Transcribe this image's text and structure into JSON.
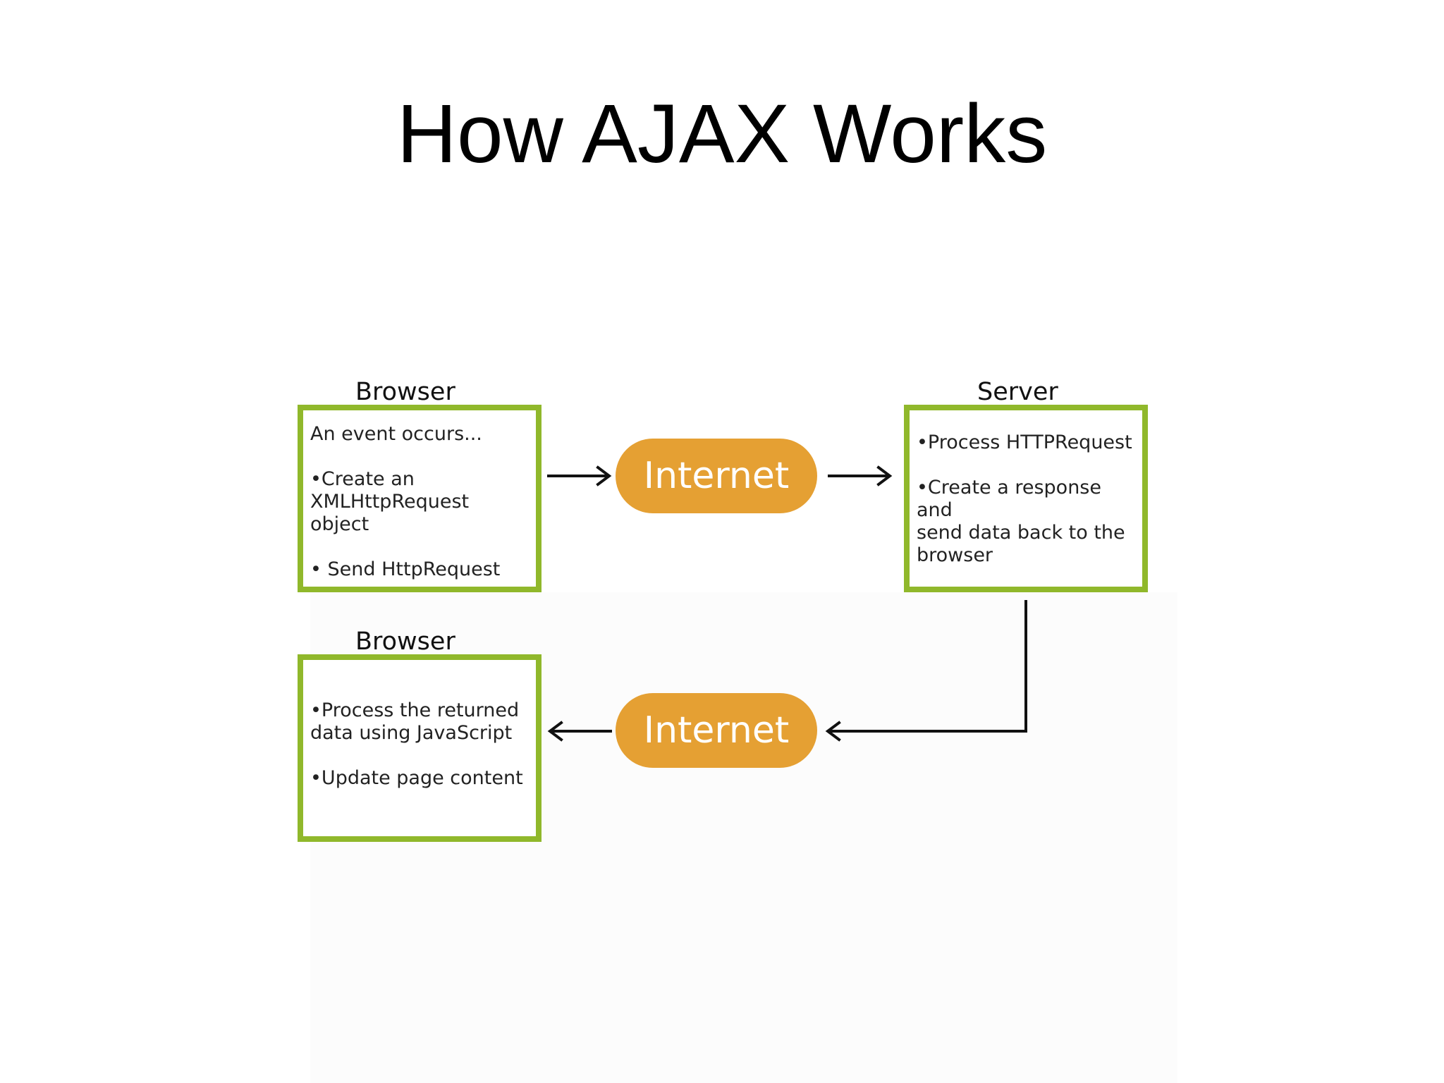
{
  "title": "How AJAX Works",
  "diagram": {
    "top_browser": {
      "label": "Browser",
      "lines": [
        "An event occurs...",
        "",
        "•Create an",
        "XMLHttpRequest object",
        "",
        "• Send HttpRequest"
      ]
    },
    "internet_top": "Internet",
    "server": {
      "label": "Server",
      "lines": [
        "•Process HTTPRequest",
        "",
        "•Create a response and",
        "send data back to the",
        "browser"
      ]
    },
    "internet_bottom": "Internet",
    "bottom_browser": {
      "label": "Browser",
      "lines": [
        "•Process the returned",
        "data using JavaScript",
        "",
        "•Update page content"
      ]
    }
  },
  "colors": {
    "box_border": "#90b82b",
    "pill_fill": "#e5a033",
    "pill_text": "#ffffff"
  }
}
